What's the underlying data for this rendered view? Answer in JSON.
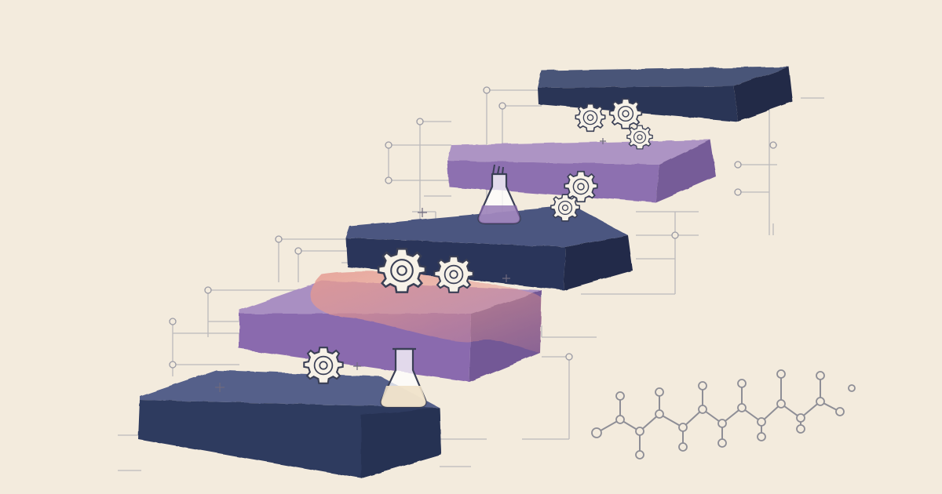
{
  "scene": {
    "background": "#f3ebdd",
    "subject": "staircase-of-blocks",
    "blocks": [
      {
        "name": "block-1",
        "color": "navy",
        "top": "#55618a",
        "front": "#2f3a5e",
        "side": "#263052"
      },
      {
        "name": "block-2",
        "color": "violet",
        "top": "#a98fc2",
        "front": "#8a6aae",
        "side": "#735896",
        "accent": "#e7938c"
      },
      {
        "name": "block-3",
        "color": "navy",
        "top": "#4b5680",
        "front": "#2c365a",
        "side": "#222b4a"
      },
      {
        "name": "block-4",
        "color": "violet",
        "top": "#ad94c4",
        "front": "#8d6fb0",
        "side": "#765b98"
      },
      {
        "name": "block-5",
        "color": "navy",
        "top": "#4a5478",
        "front": "#2b3456",
        "side": "#212946"
      }
    ],
    "icons": [
      "gear-icon",
      "flask-icon",
      "molecule-chain-icon",
      "circuit-guide-lines"
    ]
  }
}
